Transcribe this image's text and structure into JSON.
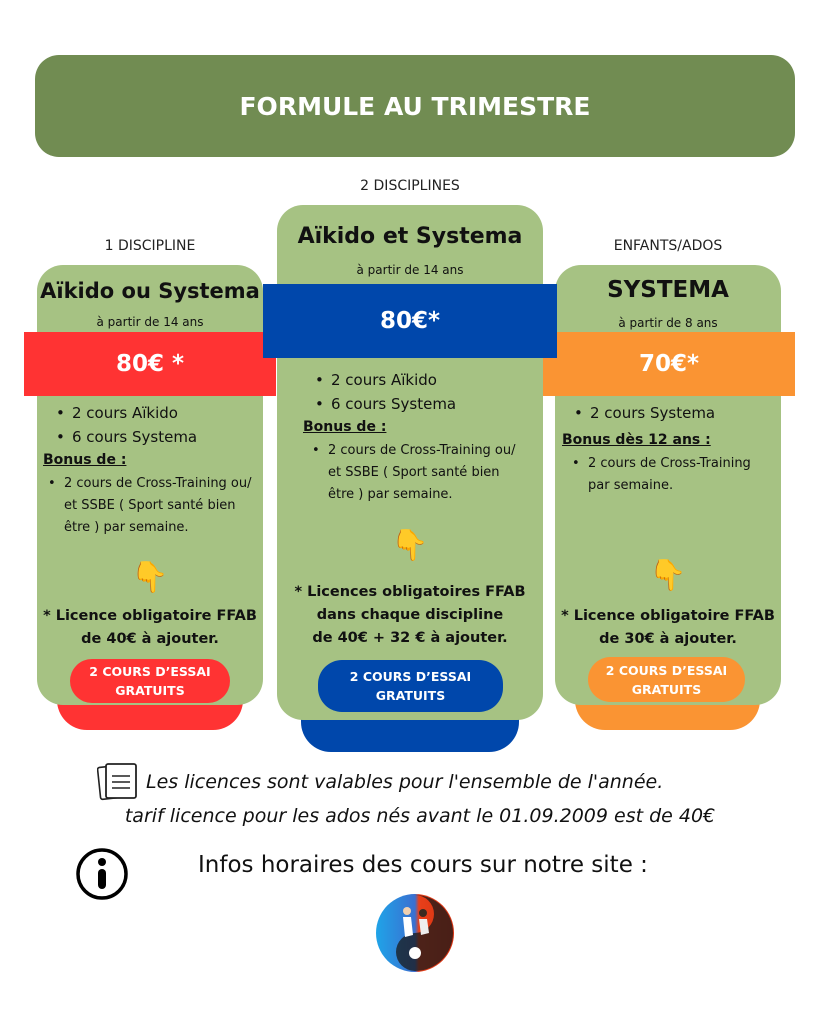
{
  "header": {
    "title": "FORMULE AU TRIMESTRE"
  },
  "cards": [
    {
      "category": "1 DISCIPLINE",
      "title": "Aïkido ou Systema",
      "age": "à partir de 14 ans",
      "price": "80€ *",
      "items": [
        "2 cours Aïkido",
        "6 cours Systema"
      ],
      "bonus_label": "Bonus de :",
      "bonus_items": [
        "2 cours de Cross-Training ou/ et SSBE ( Sport santé bien être ) par semaine."
      ],
      "licence": [
        "* Licence obligatoire FFAB",
        "de 40€ à ajouter."
      ],
      "trial_button": "2 COURS D’ESSAI GRATUITS",
      "accent": "#ff3333"
    },
    {
      "category": "2 DISCIPLINES",
      "title": "Aïkido et Systema",
      "age": "à partir de 14 ans",
      "price": "80€*",
      "items": [
        "2 cours Aïkido",
        "6 cours Systema"
      ],
      "bonus_label": "Bonus de :",
      "bonus_items": [
        "2 cours de Cross-Training ou/ et SSBE ( Sport santé bien être ) par semaine."
      ],
      "licence": [
        "* Licences obligatoires FFAB",
        "dans chaque discipline",
        "de 40€ + 32 € à ajouter."
      ],
      "trial_button": "2 COURS D’ESSAI GRATUITS",
      "accent": "#0047ab"
    },
    {
      "category": "ENFANTS/ADOS",
      "title": "SYSTEMA",
      "age": "à partir de 8 ans",
      "price": "70€*",
      "items": [
        "2 cours Systema"
      ],
      "bonus_label": "Bonus dès 12 ans :",
      "bonus_items": [
        "2 cours de Cross-Training par semaine."
      ],
      "licence": [
        "* Licence obligatoire FFAB",
        "de 30€ à ajouter."
      ],
      "trial_button": "2 COURS D’ESSAI GRATUITS",
      "accent": "#fa9433"
    }
  ],
  "notes": {
    "line1": "Les licences sont valables pour l'ensemble de l'année.",
    "line2": "tarif licence pour les ados nés avant le 01.09.2009 est de 40€",
    "info": "Infos horaires des cours sur notre site :"
  },
  "icons": {
    "hand": "pointing-down-hand-icon",
    "note": "notepad-icon",
    "info": "info-icon",
    "logo": "club-logo"
  }
}
